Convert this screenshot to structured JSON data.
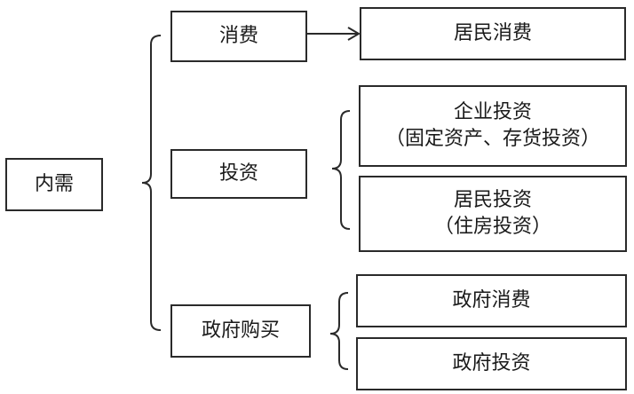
{
  "nodes": {
    "root": "内需",
    "consumption": "消费",
    "investment": "投资",
    "government": "政府购买",
    "resident_consumption": "居民消费",
    "enterprise_investment": {
      "line1": "企业投资",
      "line2": "（固定资产、存货投资）"
    },
    "resident_investment": {
      "line1": "居民投资",
      "line2": "（住房投资）"
    },
    "government_consumption": "政府消费",
    "government_investment": "政府投资"
  },
  "colors": {
    "line": "#2a2a2a",
    "border": "#2a2a2a",
    "text": "#1a1a1a"
  }
}
